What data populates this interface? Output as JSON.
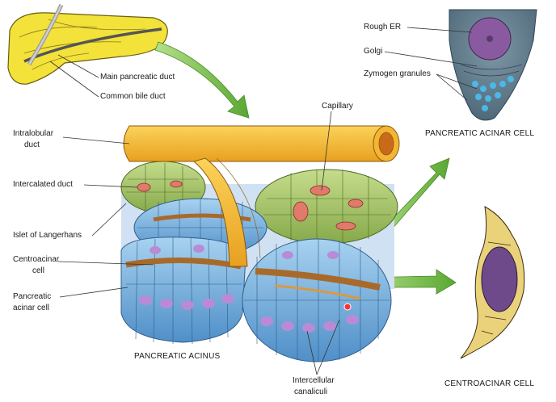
{
  "labels": {
    "main_pancreatic_duct": "Main pancreatic duct",
    "common_bile_duct": "Common bile duct",
    "intralobular_duct_1": "Intralobular",
    "intralobular_duct_2": "duct",
    "intercalated_duct": "Intercalated duct",
    "islet_of_langerhans": "Islet of Langerhans",
    "centroacinar_cell_1": "Centroacinar",
    "centroacinar_cell_2": "cell",
    "pancreatic_acinar_cell_1": "Pancreatic",
    "pancreatic_acinar_cell_2": "acinar cell",
    "capillary": "Capillary",
    "rough_er": "Rough ER",
    "golgi": "Golgi",
    "zymogen_granules": "Zymogen granules",
    "intercellular_canaliculi_1": "Intercellular",
    "intercellular_canaliculi_2": "canaliculi"
  },
  "captions": {
    "pancreatic_acinus": "PANCREATIC ACINUS",
    "pancreatic_acinar_cell": "PANCREATIC ACINAR CELL",
    "centroacinar_cell": "CENTROACINAR CELL"
  },
  "colors": {
    "pancreas": "#f2e23a",
    "duct": "#f4b632",
    "acinus": "#7fb6df",
    "islet": "#a9c76a",
    "nucleus": "#b98bd6",
    "centroacinar": "#a86a2a",
    "arrow": "#7cc24a",
    "capillary": "#e07a6a"
  }
}
